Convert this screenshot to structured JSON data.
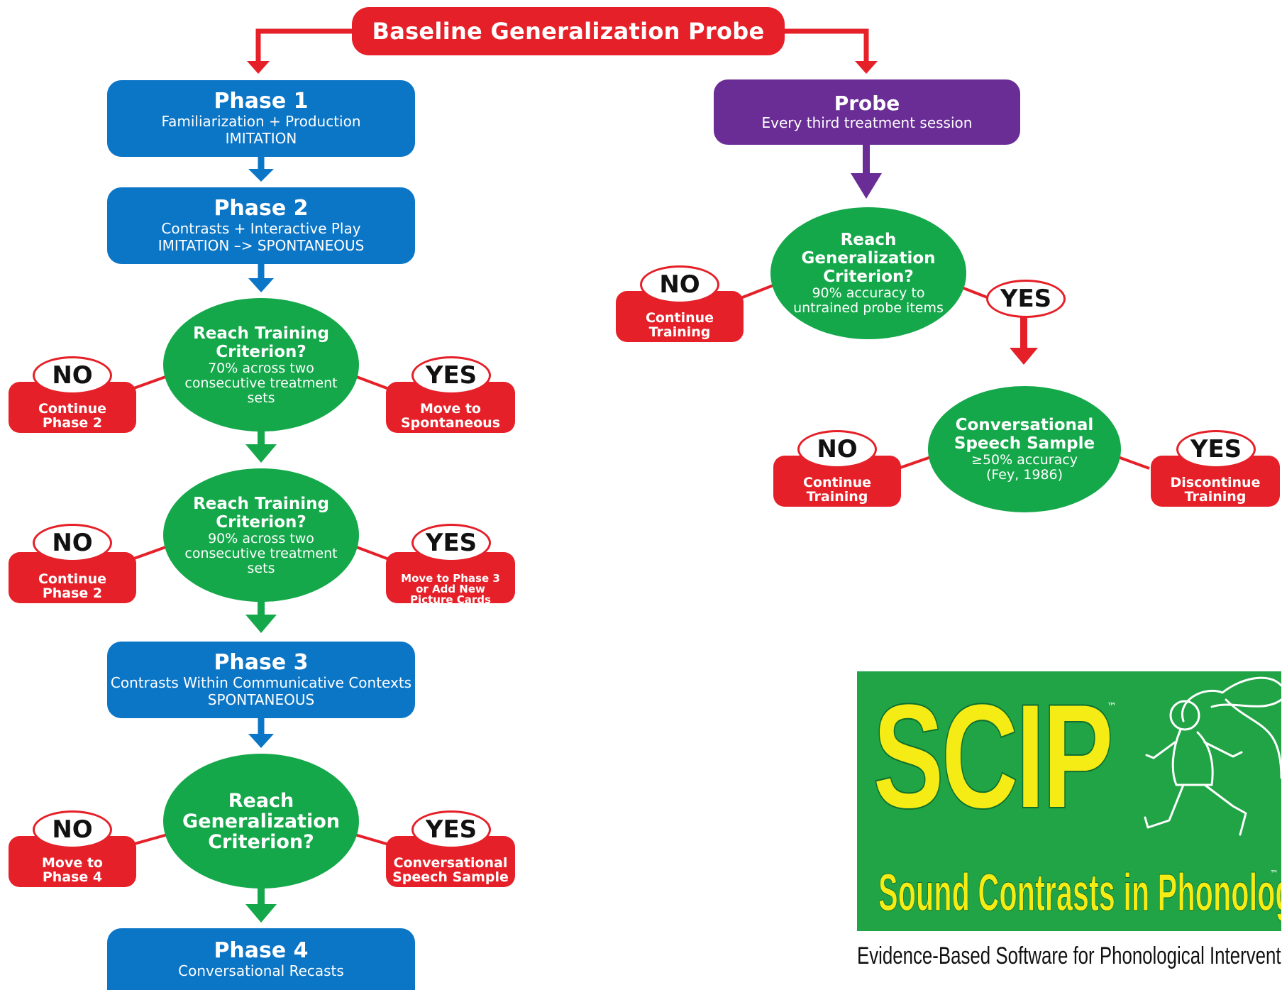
{
  "colors": {
    "blue": "#0b75c6",
    "purple": "#6a2d95",
    "red": "#e52028",
    "green": "#14a84a",
    "logo_green": "#20a446",
    "logo_yellow": "#f4ec14"
  },
  "start": {
    "label": "Baseline Generalization Probe"
  },
  "phase1": {
    "title": "Phase 1",
    "line1": "Familiarization + Production",
    "line2": "IMITATION"
  },
  "phase2": {
    "title": "Phase 2",
    "line1": "Contrasts + Interactive Play",
    "line2": "IMITATION –> SPONTANEOUS"
  },
  "decision1": {
    "question": "Reach Training Criterion?",
    "criterion": "70% across two consecutive treatment sets",
    "no": {
      "badge": "NO",
      "line1": "Continue",
      "line2": "Phase 2"
    },
    "yes": {
      "badge": "YES",
      "line1": "Move to",
      "line2": "Spontaneous"
    }
  },
  "decision2": {
    "question": "Reach Training Criterion?",
    "criterion": "90% across two consecutive treatment sets",
    "no": {
      "badge": "NO",
      "line1": "Continue",
      "line2": "Phase 2"
    },
    "yes": {
      "badge": "YES",
      "line1": "Move to Phase 3",
      "line2": "or Add New",
      "line3": "Picture Cards"
    }
  },
  "phase3": {
    "title": "Phase 3",
    "line1": "Contrasts Within Communicative Contexts",
    "line2": "SPONTANEOUS"
  },
  "decision3": {
    "question": "Reach Generalization Criterion?",
    "no": {
      "badge": "NO",
      "line1": "Move to",
      "line2": "Phase 4"
    },
    "yes": {
      "badge": "YES",
      "line1": "Conversational",
      "line2": "Speech Sample"
    }
  },
  "phase4": {
    "title": "Phase 4",
    "line1": "Conversational Recasts"
  },
  "probe": {
    "title": "Probe",
    "line1": "Every third treatment session"
  },
  "decision4": {
    "question": "Reach Generalization Criterion?",
    "criterion": "90% accuracy to untrained probe items",
    "no": {
      "badge": "NO",
      "line1": "Continue",
      "line2": "Training"
    },
    "yes": {
      "badge": "YES"
    }
  },
  "decision5": {
    "question": "Conversational Speech Sample",
    "criterion1": "≥50% accuracy",
    "criterion2": "(Fey, 1986)",
    "no": {
      "badge": "NO",
      "line1": "Continue",
      "line2": "Training"
    },
    "yes": {
      "badge": "YES",
      "line1": "Discontinue",
      "line2": "Training"
    }
  },
  "logo": {
    "wordmark": "SCIP",
    "tm": "™",
    "subtitle": "Sound Contrasts in Phonology",
    "tagline": "Evidence-Based Software for Phonological Intervention"
  }
}
